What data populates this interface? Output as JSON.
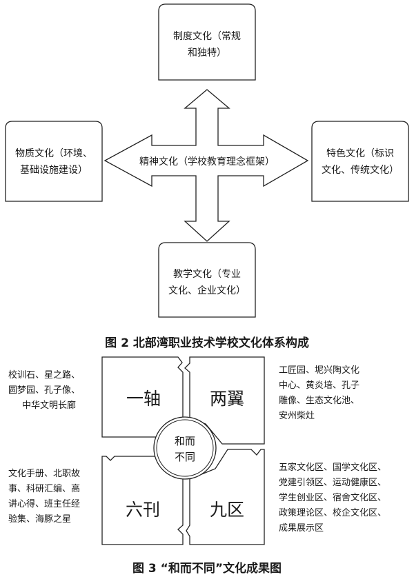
{
  "figure2": {
    "top_box": [
      "制度文化（常规",
      "和独特）"
    ],
    "left_box": [
      "物质文化（环境、",
      "基础设施建设）"
    ],
    "right_box": [
      "特色文化（标识",
      "文化、传统文化）"
    ],
    "bottom_box": [
      "教学文化（专业",
      "文化、企业文化）"
    ],
    "center_label": "精神文化（学校教育理念框架）",
    "caption": "图 2  北部湾职业技术学校文化体系构成"
  },
  "figure3": {
    "tl_title": "一轴",
    "tr_title": "两翼",
    "bl_title": "六刊",
    "br_title": "九区",
    "center": [
      "和而",
      "不同"
    ],
    "tl_note": [
      "校训石、星之路、",
      "圆梦园、孔子像、",
      "中华文明长廊"
    ],
    "tr_note": [
      "工匠园、坭兴陶文化",
      "中心、黄炎培、孔子",
      "雕像、生态文化池、",
      "安州柴灶"
    ],
    "bl_note": [
      "文化手册、北职故",
      "事、科研汇编、高",
      "讲心得、班主任经",
      "验集、海豚之星"
    ],
    "br_note": [
      "五家文化区、国学文化区、",
      "党建引领区、运动健康区、",
      "学生创业区、宿舍文化区、",
      "政策理论区、校企文化区、",
      "成果展示区"
    ],
    "caption": "图 3  “和而不同”文化成果图"
  }
}
